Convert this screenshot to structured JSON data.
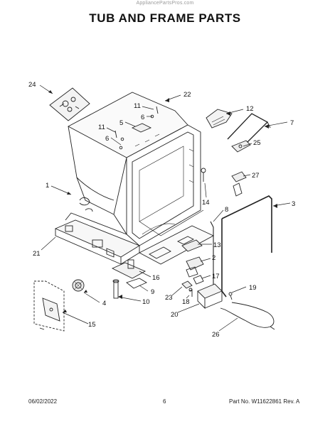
{
  "header": {
    "watermark": "AppliancePartsPros.com",
    "title": "TUB AND FRAME PARTS"
  },
  "callouts": [
    "24",
    "22",
    "11",
    "6",
    "5",
    "11",
    "6",
    "12",
    "7",
    "25",
    "27",
    "14",
    "1",
    "8",
    "3",
    "13",
    "2",
    "21",
    "16",
    "17",
    "9",
    "4",
    "18",
    "19",
    "23",
    "10",
    "20",
    "15",
    "26"
  ],
  "footer": {
    "date": "06/02/2022",
    "page": "6",
    "part_info": "Part No. W11622861  Rev. A"
  }
}
